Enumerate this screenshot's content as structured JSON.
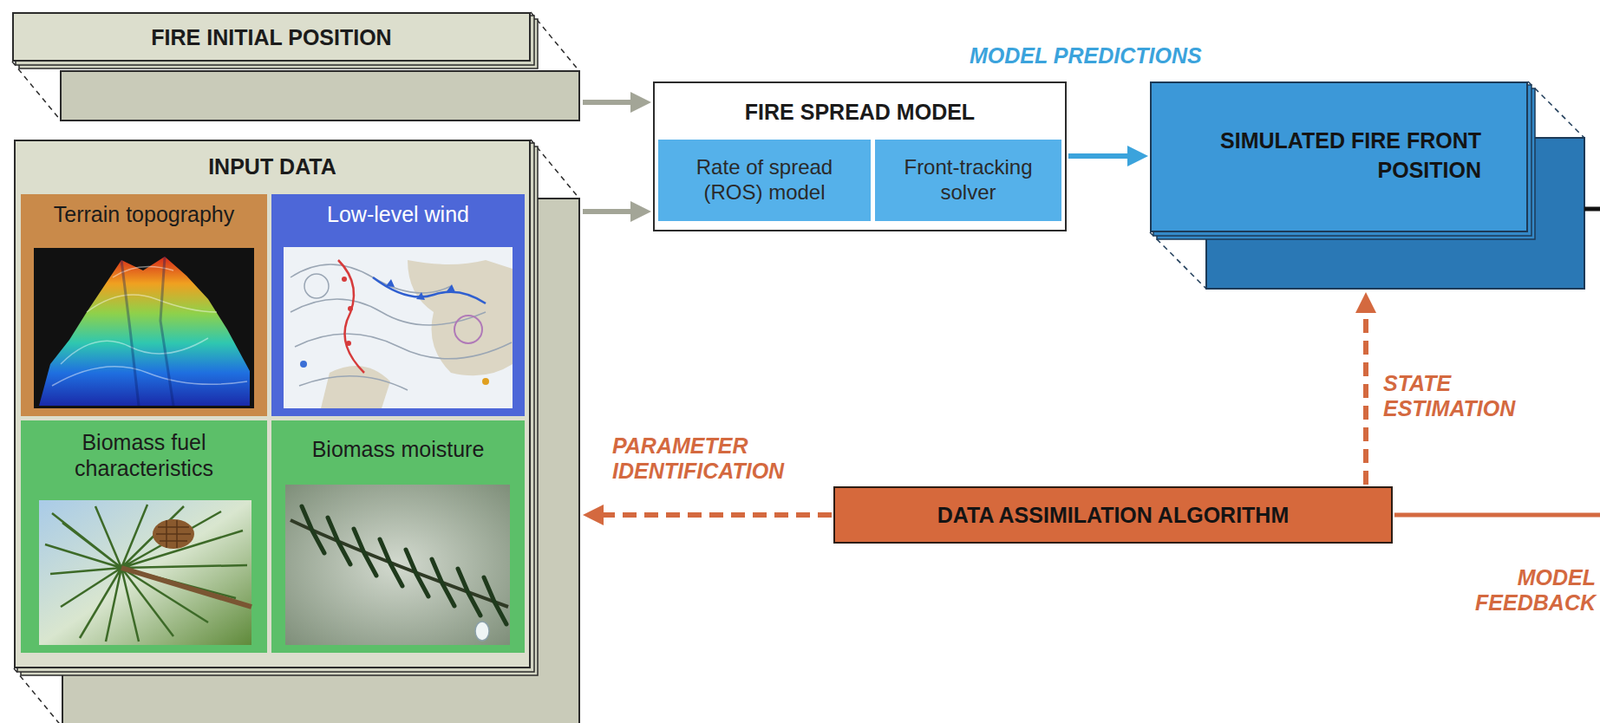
{
  "diagram": {
    "nodes": [
      {
        "text": [
          "FIRE INITIAL POSITION"
        ]
      },
      {
        "text": [
          "INPUT DATA"
        ]
      },
      {
        "text": [
          "Terrain topography"
        ],
        "in": 1
      },
      {
        "text": [
          "Low-level wind"
        ],
        "in": 1
      },
      {
        "text": [
          "Biomass fuel characteristics"
        ],
        "in": 1
      },
      {
        "text": [
          "Biomass moisture"
        ],
        "in": 1
      },
      {
        "text": [
          "FIRE SPREAD MODEL"
        ]
      },
      {
        "text": [
          "Rate of spread (ROS) model"
        ],
        "in": 6
      },
      {
        "text": [
          "Front-tracking solver"
        ],
        "in": 6
      },
      {
        "text": [
          "SIMULATED FIRE FRONT POSITION"
        ]
      },
      {
        "text": [
          "DATA ASSIMILATION ALGORITHM"
        ]
      }
    ],
    "edges": [
      {
        "from": 0,
        "to": 6,
        "arrow": "to"
      },
      {
        "from": 1,
        "to": 6,
        "arrow": "to"
      },
      {
        "from": 6,
        "to": 9,
        "arrow": "to"
      },
      {
        "from": 10,
        "to": 1,
        "label": "PARAMETER IDENTIFICATION",
        "arrow": "to"
      },
      {
        "from": 10,
        "to": 9,
        "label": "STATE ESTIMATION",
        "arrow": "to"
      }
    ],
    "labels": [
      "MODEL PREDICTIONS",
      "MODEL FEEDBACK"
    ]
  }
}
